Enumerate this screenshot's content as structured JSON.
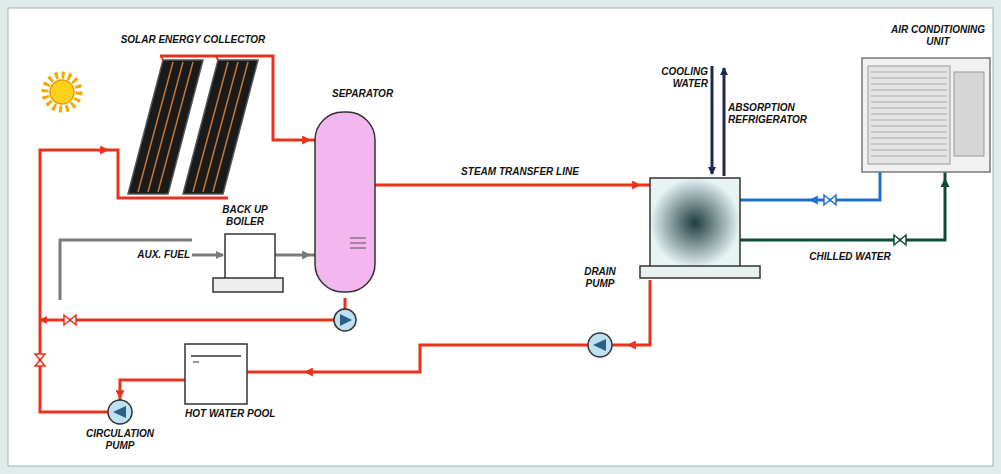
{
  "diagram": {
    "nodes": [
      {
        "text": [
          "SOLAR ENERGY COLLECTOR"
        ]
      },
      {
        "text": [
          "SEPARATOR"
        ]
      },
      {
        "text": [
          "BACK UP BOILER"
        ]
      },
      {
        "text": [
          "ABSORPTION REFRIGERATOR"
        ]
      },
      {
        "text": [
          "AIR CONDITIONING UNIT"
        ]
      },
      {
        "text": [
          "DRAIN PUMP"
        ]
      },
      {
        "text": [
          "CIRCULATION PUMP"
        ]
      },
      {
        "text": [
          "HOT WATER POOL"
        ]
      }
    ],
    "edges": [
      {
        "from": 0,
        "to": 1,
        "arrow": "to"
      },
      {
        "from": 1,
        "to": 3,
        "label": "STEAM TRANSFER LINE",
        "arrow": "to"
      },
      {
        "from": 2,
        "to": 1,
        "arrow": "to"
      },
      {
        "from": 3,
        "to": 5,
        "arrow": "to"
      },
      {
        "from": 5,
        "to": 7,
        "arrow": "to"
      },
      {
        "from": 7,
        "to": 6,
        "arrow": "to"
      },
      {
        "from": 6,
        "to": 0,
        "arrow": "to"
      },
      {
        "from": 4,
        "to": 3,
        "arrow": "to"
      },
      {
        "from": 3,
        "to": 4,
        "label": "CHILLED WATER",
        "arrow": "to"
      }
    ],
    "labels": [
      "COOLING WATER",
      "AUX. FUEL"
    ]
  }
}
